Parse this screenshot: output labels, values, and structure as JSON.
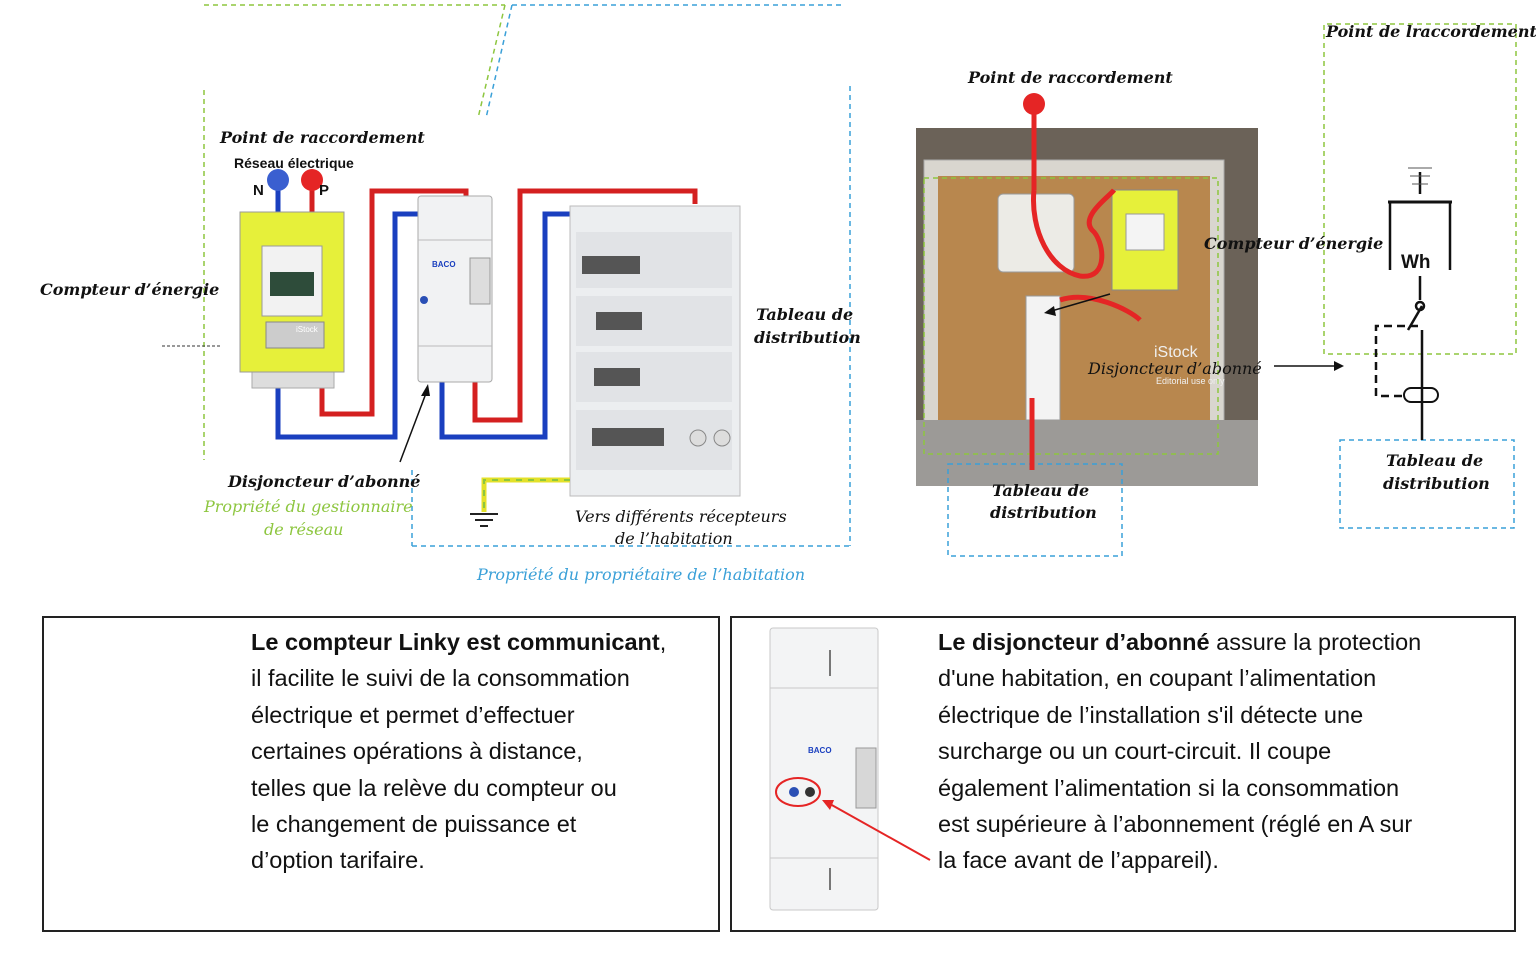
{
  "left_diagram": {
    "point_raccordement": "Point de raccordement",
    "reseau_electrique": "Réseau électrique",
    "n_label": "N",
    "p_label": "P",
    "compteur_energie": "Compteur d’énergie",
    "tableau_line1": "Tableau de",
    "tableau_line2": "distribution",
    "disjoncteur": "Disjoncteur d’abonné",
    "propriete_gestionnaire_line1": "Propriété du gestionnaire",
    "propriete_gestionnaire_line2": "de réseau",
    "vers_recepteurs_line1": "Vers différents récepteurs",
    "vers_recepteurs_line2": "de l’habitation",
    "propriete_proprietaire": "Propriété du propriétaire de l’habitation",
    "breaker_brand": "BACO",
    "meter_sticker": "iStock"
  },
  "photo_diagram": {
    "point_raccordement": "Point de raccordement",
    "compteur_energie": "Compteur d’énergie",
    "disjoncteur": "Disjoncteur d’abonné",
    "watermark": "iStock",
    "watermark_sub": "Editorial use only",
    "tableau_line1": "Tableau de",
    "tableau_line2": "distribution"
  },
  "schematic": {
    "point_raccordement": "Point de lraccordement",
    "wh_label": "Wh",
    "tableau_line1": "Tableau de",
    "tableau_line2": "distribution"
  },
  "linky_box": {
    "bold": "Le compteur Linky est communicant",
    "lines": [
      ",",
      "il facilite le suivi de la consommation",
      "électrique et permet d’effectuer",
      "certaines opérations à distance,",
      "telles que la relève du compteur ou",
      "le changement de puissance et",
      "d’option tarifaire."
    ]
  },
  "disjoncteur_box": {
    "bold": "Le disjoncteur d’abonné",
    "lines": [
      " assure la protection",
      "d'une habitation, en coupant l’alimentation",
      "électrique de l’installation s'il détecte une",
      "surcharge ou un court-circuit.  Il coupe",
      "également l’alimentation si la consommation",
      "est supérieure à l’abonnement (réglé en A sur",
      "la face avant de l’appareil)."
    ],
    "breaker_brand": "BACO"
  },
  "colors": {
    "green_dashed": "#8dc63f",
    "blue_dashed": "#3aa0d8",
    "wire_red": "#d42020",
    "wire_blue": "#1a3fbf",
    "meter_yellow": "#e6f03a"
  }
}
